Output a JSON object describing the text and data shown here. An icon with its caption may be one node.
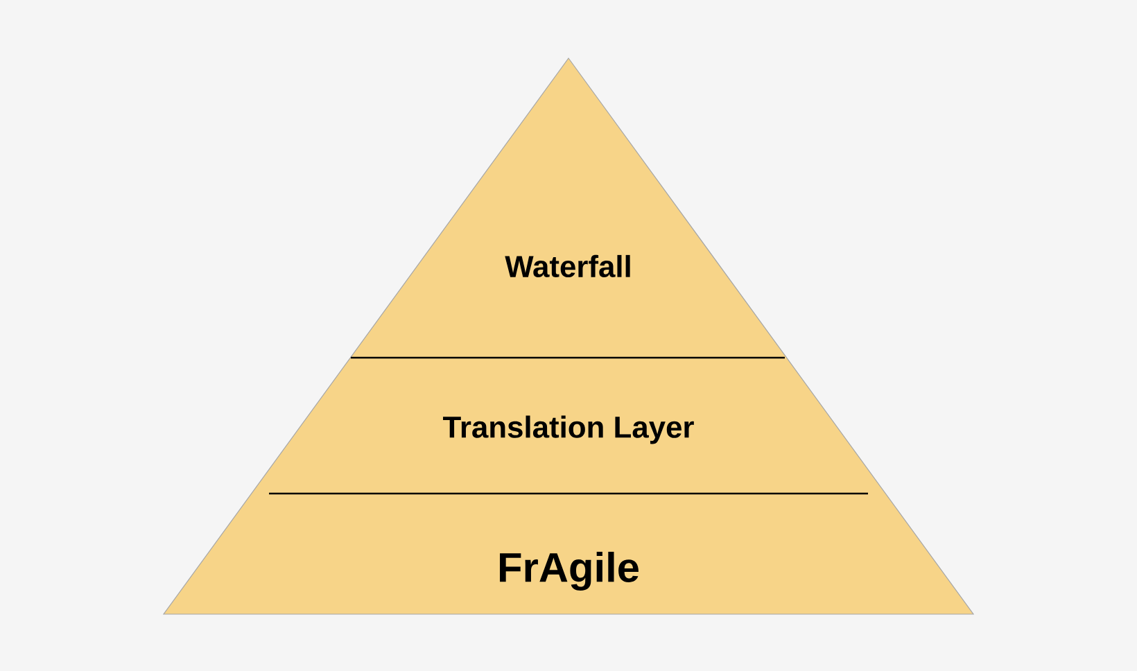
{
  "diagram": {
    "nodes": [
      {
        "text": [
          "Waterfall"
        ]
      },
      {
        "text": [
          "Translation Layer"
        ]
      },
      {
        "text": [
          "FrAgile"
        ]
      }
    ]
  }
}
